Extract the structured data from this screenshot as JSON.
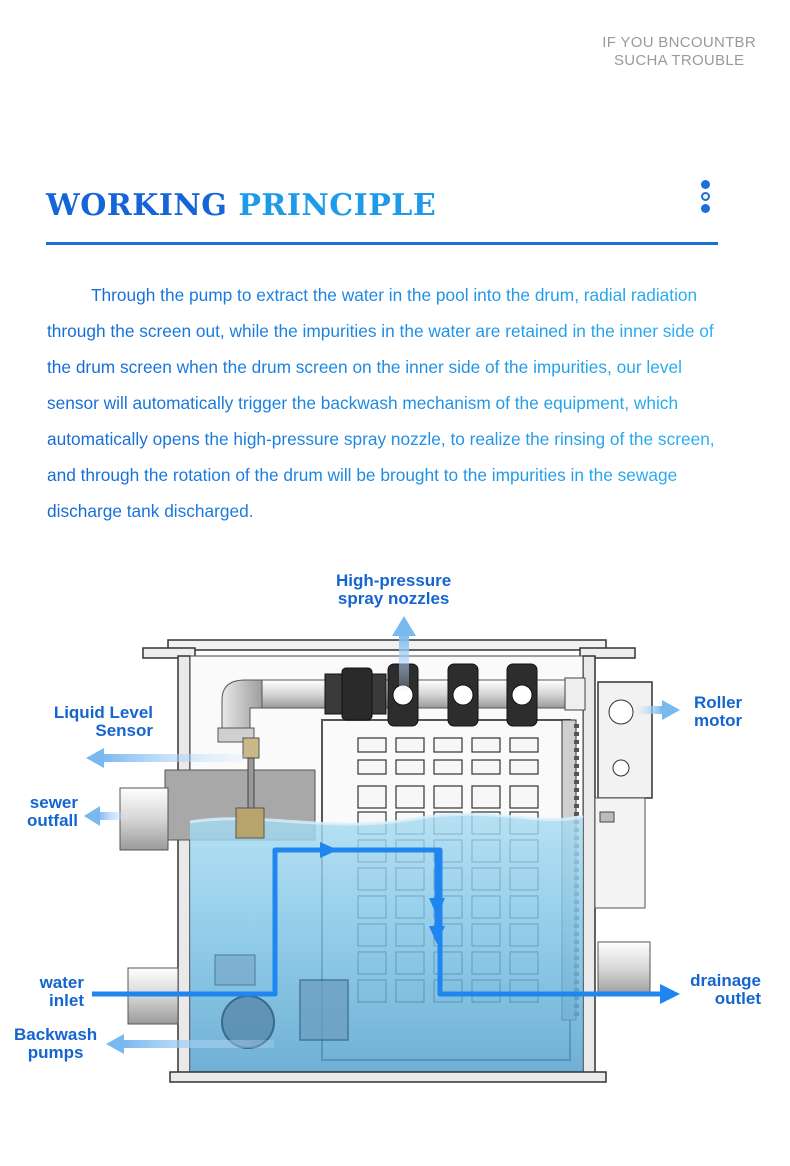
{
  "tagline": {
    "line1": "IF YOU BNCOUNTBR",
    "line2": "SUCHA TROUBLE"
  },
  "section": {
    "title_part1": "WORKING",
    "title_part2": "PRINCIPLE"
  },
  "description": "Through the pump to extract the water in the pool into the drum, radial radiation through the screen out, while the impurities in the water are retained in the inner side of the drum screen when the drum screen on the inner side of the impurities, our level sensor will automatically trigger the backwash mechanism of the equipment, which automatically opens the high-pressure spray nozzle, to realize the rinsing of the screen, and through the rotation of the drum will be brought to the impurities in the sewage discharge tank discharged.",
  "diagram": {
    "labels": {
      "nozzles": {
        "line1": "High-pressure",
        "line2": "spray nozzles"
      },
      "sensor": {
        "line1": "Liquid Level",
        "line2": "Sensor"
      },
      "outfall": {
        "line1": "sewer",
        "line2": "outfall"
      },
      "inlet": {
        "line1": "water",
        "line2": "inlet"
      },
      "pumps": {
        "line1": "Backwash",
        "line2": "pumps"
      },
      "motor": {
        "line1": "Roller",
        "line2": "motor"
      },
      "drainage": {
        "line1": "drainage",
        "line2": "outlet"
      }
    },
    "colors": {
      "label": "#1565d0",
      "flow_arrow": "#1f86f0",
      "pointer_arrow": "#8cc4f4",
      "water": "#7cc3e6"
    }
  }
}
